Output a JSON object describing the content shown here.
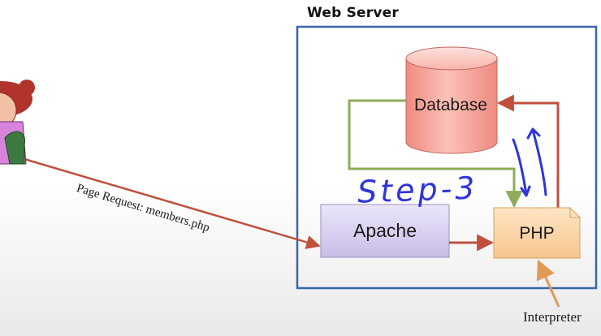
{
  "server": {
    "title": "Web Server"
  },
  "nodes": {
    "database": "Database",
    "apache": "Apache",
    "php": "PHP",
    "interpreter": "Interpreter"
  },
  "edges": {
    "request": "Page Request: members.php"
  },
  "annotation": {
    "step": "Step-3"
  },
  "colors": {
    "server_border": "#3a66a8",
    "database_fill": "#f5a8a0",
    "apache_fill": "#d6cdef",
    "php_fill": "#fad7a8",
    "request_arrow": "#c0503c",
    "green_arrow": "#8fac5a",
    "interpreter_arrow": "#e09a55",
    "annotation_ink": "#2f35d8"
  },
  "icons": {
    "user": "user-icon"
  }
}
